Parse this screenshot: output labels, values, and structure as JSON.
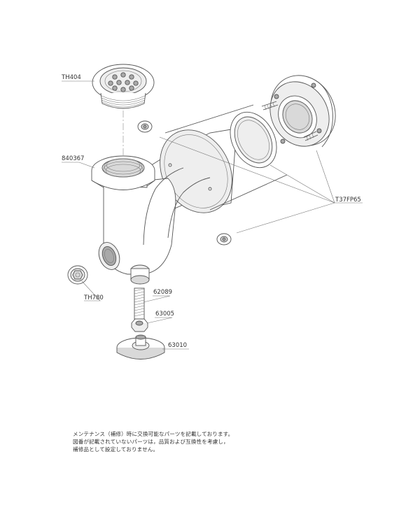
{
  "parts": {
    "strainer": "TH404",
    "flange": "840367",
    "cap": "TH780",
    "wall_fitting": "T37FP65",
    "threaded_rod": "62089",
    "nut": "63005",
    "adjuster_foot": "63010"
  },
  "notes": [
    "メンテナンス（補修）時に交換可能なパーツを記載しております。",
    "図番が記載されていないパーツは，品質および互換性を考慮し，",
    "補修品として設定しておりません。"
  ]
}
